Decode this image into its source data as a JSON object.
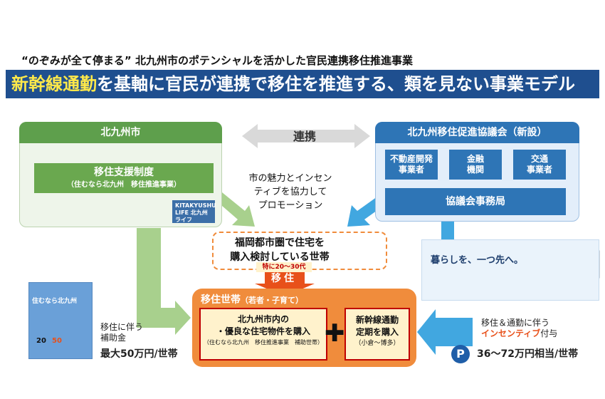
{
  "header": {
    "subtitle": "“のぞみが全て停まる” 北九州市のポテンシャルを活かした官民連携移住推進事業",
    "title_highlight": "新幹線通勤",
    "title_rest": "を基軸に官民が連携で移住を推進する、類を見ない事業モデル"
  },
  "city": {
    "name": "北九州市",
    "program_title": "移住支援制度",
    "program_sub": "（住むなら北九州　移住推進事業）",
    "badge_text": "KITAKYUSHU LIFE 北九州ライフ"
  },
  "council": {
    "name": "北九州移住促進協議会（新設）",
    "members": [
      "不動産開発\n事業者",
      "金融\n機関",
      "交通\n事業者"
    ],
    "office": "協議会事務局"
  },
  "link_label": "連携",
  "promotion_text": "市の魅力とインセン\nティブを協力して\nプロモーション",
  "target": {
    "text": "福岡都市圏で住宅を\n購入検討している世帯",
    "note": "特に20～30代"
  },
  "migrate_label": "移住",
  "household": {
    "title": "移住世帯",
    "title_sub": "（若者・子育て）",
    "buy_main": "北九州市内の\n・優良な住宅物件を購入",
    "buy_sub": "（住むなら北九州　移住推進事業　補助世帯）",
    "plus": "✚",
    "pass_main": "新幹線通勤\n定期を購入",
    "pass_sub": "（小倉～博多）"
  },
  "subsidy": {
    "label": "移住に伴う\n補助金",
    "amount": "最大50万円/世帯"
  },
  "incentive": {
    "prefix": "移住＆通勤に伴う",
    "highlight": "インセンティブ",
    "suffix": "付与",
    "amount": "36～72万円相当/世帯",
    "icon_letter": "P"
  },
  "train": {
    "slogan": "暮らしを、一つ先へ。"
  },
  "leaflet": {
    "headline": "住むなら北九州",
    "amounts": [
      "20",
      "50"
    ]
  },
  "colors": {
    "banner": "#1f4f8f",
    "highlight": "#ffe94a",
    "green": "#6aa84f",
    "blue": "#2e75b6",
    "orange": "#f08c3c",
    "red": "#c00000"
  }
}
